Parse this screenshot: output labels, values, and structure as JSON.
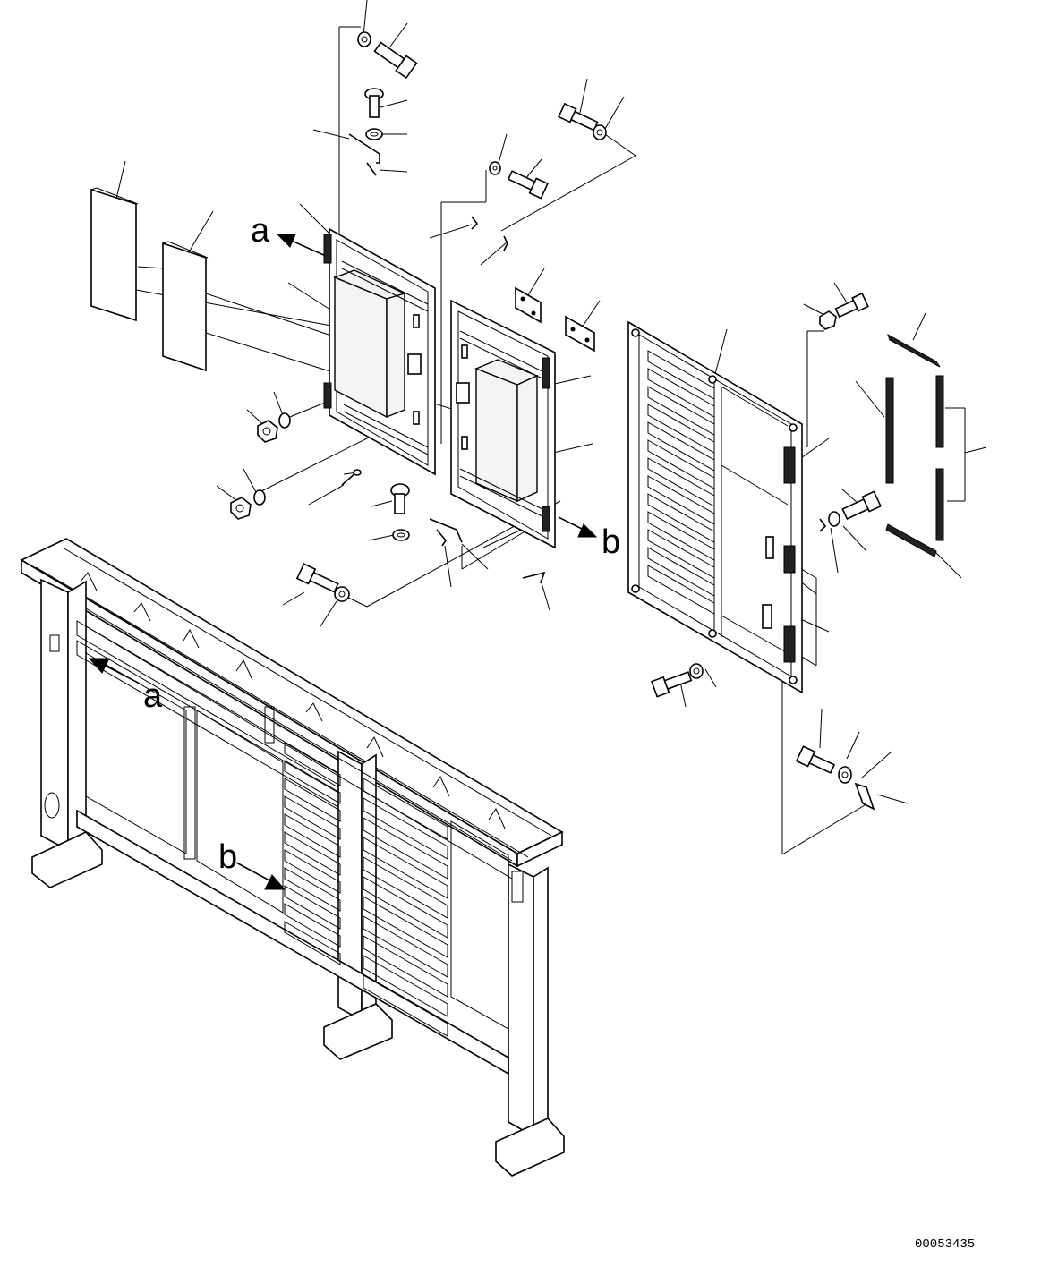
{
  "callouts": {
    "a_top": "a",
    "b_right": "b",
    "a_frame": "a",
    "b_frame": "b"
  },
  "reference_number": "00053435"
}
